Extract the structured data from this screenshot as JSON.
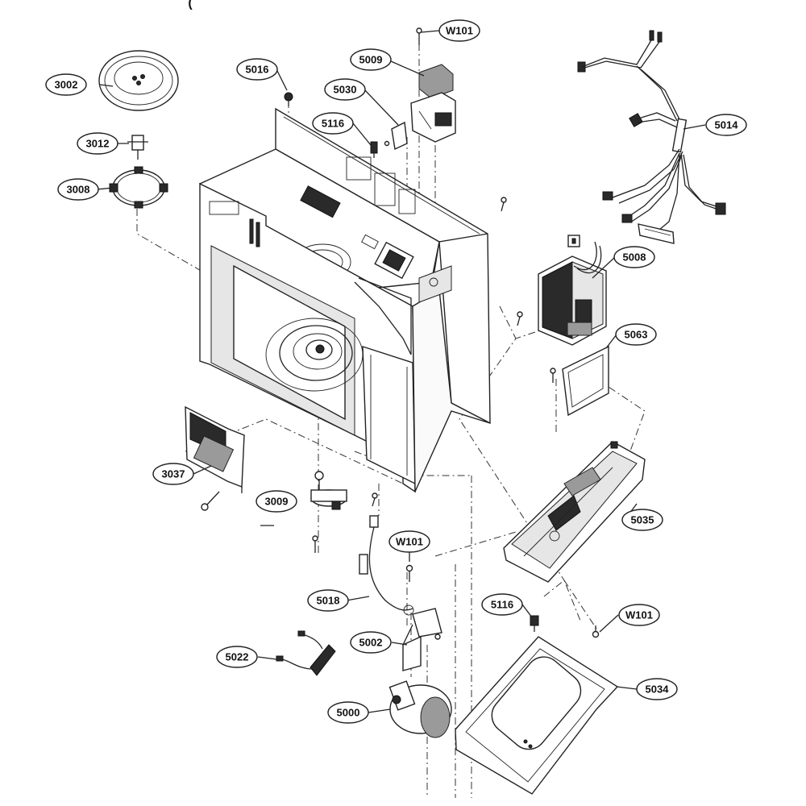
{
  "diagram": {
    "header_mark": "(",
    "callouts": [
      {
        "id": "w101_top",
        "text": "W101"
      },
      {
        "id": "p5009",
        "text": "5009"
      },
      {
        "id": "p5016",
        "text": "5016"
      },
      {
        "id": "p5030",
        "text": "5030"
      },
      {
        "id": "p5116_top",
        "text": "5116"
      },
      {
        "id": "p3002",
        "text": "3002"
      },
      {
        "id": "p3012",
        "text": "3012"
      },
      {
        "id": "p3008",
        "text": "3008"
      },
      {
        "id": "p5014",
        "text": "5014"
      },
      {
        "id": "p5008",
        "text": "5008"
      },
      {
        "id": "p5063",
        "text": "5063"
      },
      {
        "id": "p3037",
        "text": "3037"
      },
      {
        "id": "p3009",
        "text": "3009"
      },
      {
        "id": "p5035",
        "text": "5035"
      },
      {
        "id": "w101_mid",
        "text": "W101"
      },
      {
        "id": "p5018",
        "text": "5018"
      },
      {
        "id": "p5116_bot",
        "text": "5116"
      },
      {
        "id": "w101_bot",
        "text": "W101"
      },
      {
        "id": "p5002",
        "text": "5002"
      },
      {
        "id": "p5022",
        "text": "5022"
      },
      {
        "id": "p5034",
        "text": "5034"
      },
      {
        "id": "p5000",
        "text": "5000"
      }
    ]
  }
}
